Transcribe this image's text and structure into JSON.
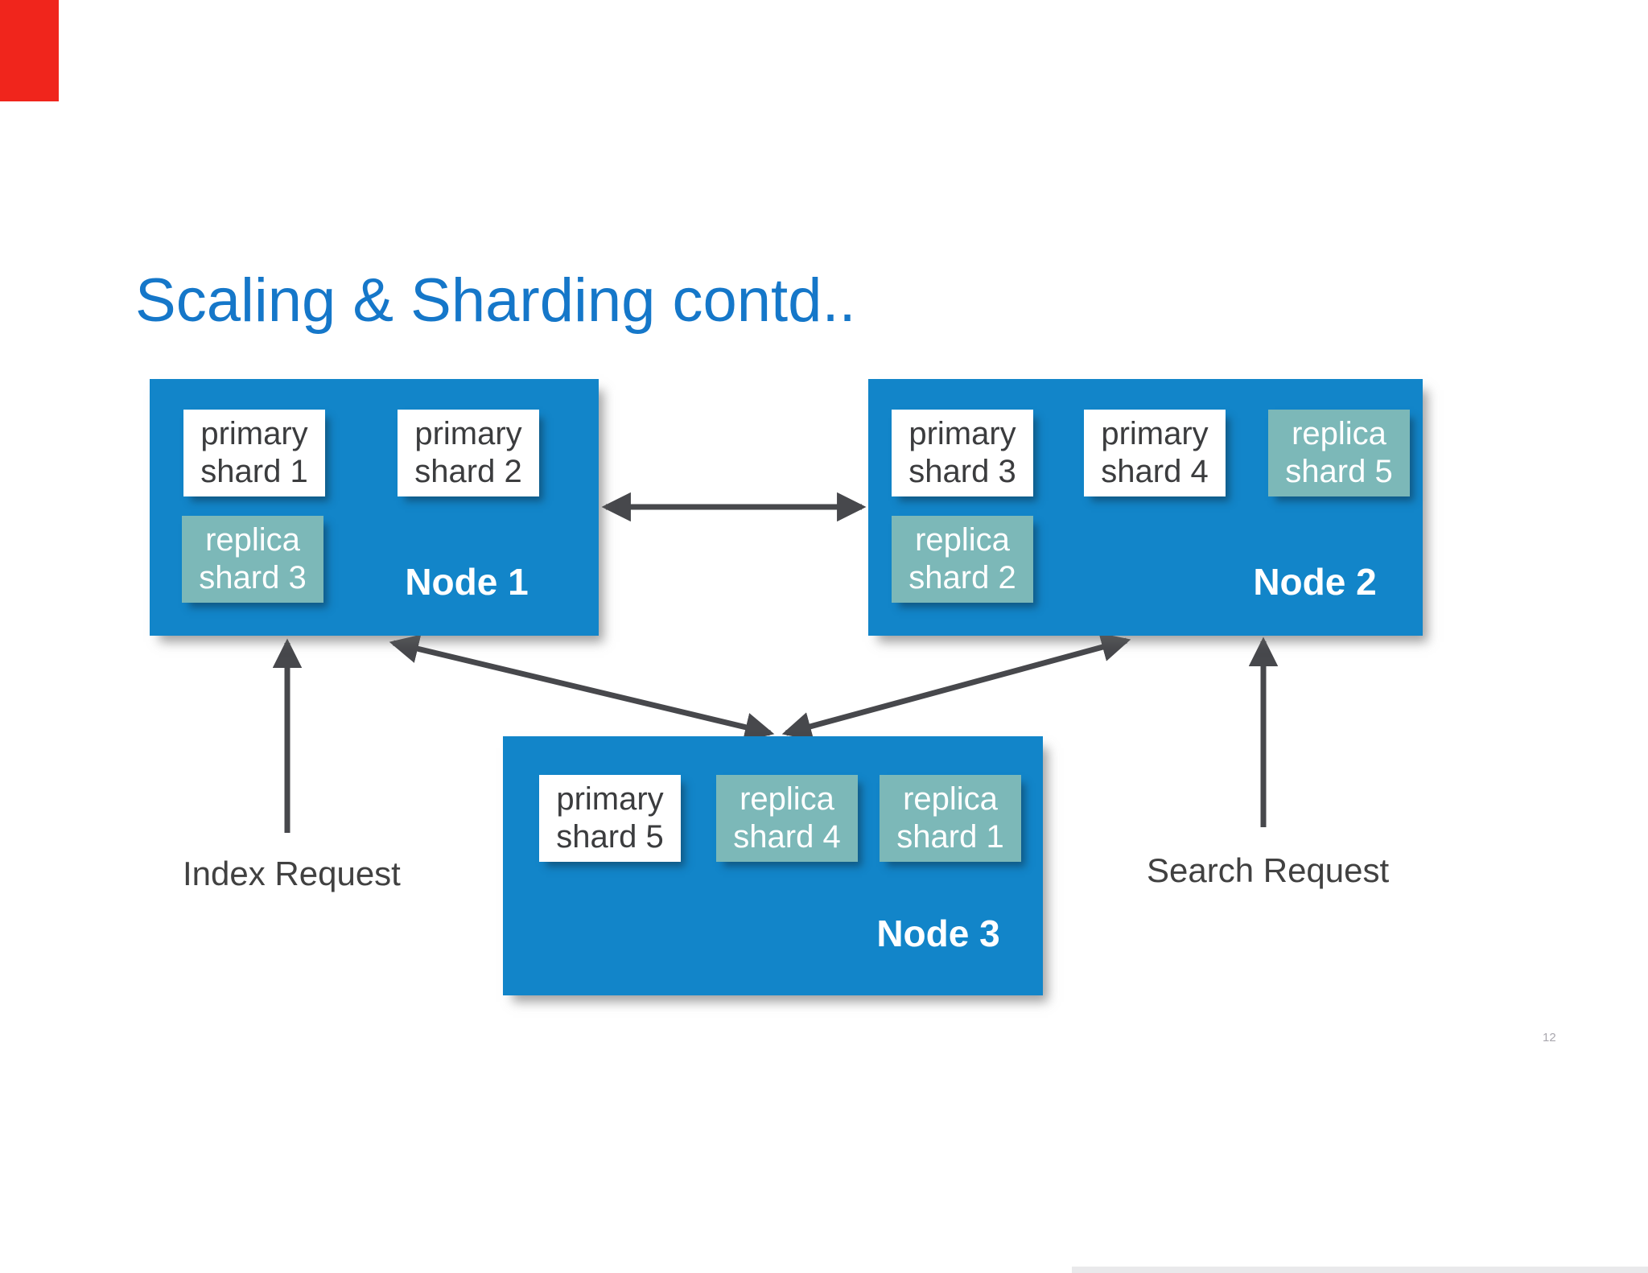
{
  "slide": {
    "title": "Scaling & Sharding contd..",
    "page_number": "12",
    "colors": {
      "node_blue": "#1285c9",
      "replica_teal": "#7cb8b8",
      "title_blue": "#1577c9",
      "arrow_gray": "#47484c",
      "shard_text": "#3b3c3e",
      "label_gray": "#414141",
      "pagenum_gray": "#a9a7ae",
      "red_marker": "#f0251c"
    },
    "nodes": [
      {
        "label": "Node 1",
        "shards": [
          {
            "kind": "primary",
            "line1": "primary",
            "line2": "shard 1"
          },
          {
            "kind": "primary",
            "line1": "primary",
            "line2": "shard 2"
          },
          {
            "kind": "replica",
            "line1": "replica",
            "line2": "shard 3"
          }
        ]
      },
      {
        "label": "Node 2",
        "shards": [
          {
            "kind": "primary",
            "line1": "primary",
            "line2": "shard 3"
          },
          {
            "kind": "primary",
            "line1": "primary",
            "line2": "shard 4"
          },
          {
            "kind": "replica",
            "line1": "replica",
            "line2": "shard 5"
          },
          {
            "kind": "replica",
            "line1": "replica",
            "line2": "shard 2"
          }
        ]
      },
      {
        "label": "Node 3",
        "shards": [
          {
            "kind": "primary",
            "line1": "primary",
            "line2": "shard 5"
          },
          {
            "kind": "replica",
            "line1": "replica",
            "line2": "shard 4"
          },
          {
            "kind": "replica",
            "line1": "replica",
            "line2": "shard 1"
          }
        ]
      }
    ],
    "labels": {
      "index_request": "Index Request",
      "search_request": "Search Request"
    },
    "arrows": [
      "arrow-node1-node2-bidirectional",
      "arrow-index-request-to-node1",
      "arrow-search-request-to-node2",
      "arrow-node1-node3-bidirectional",
      "arrow-node2-node3-bidirectional"
    ]
  }
}
